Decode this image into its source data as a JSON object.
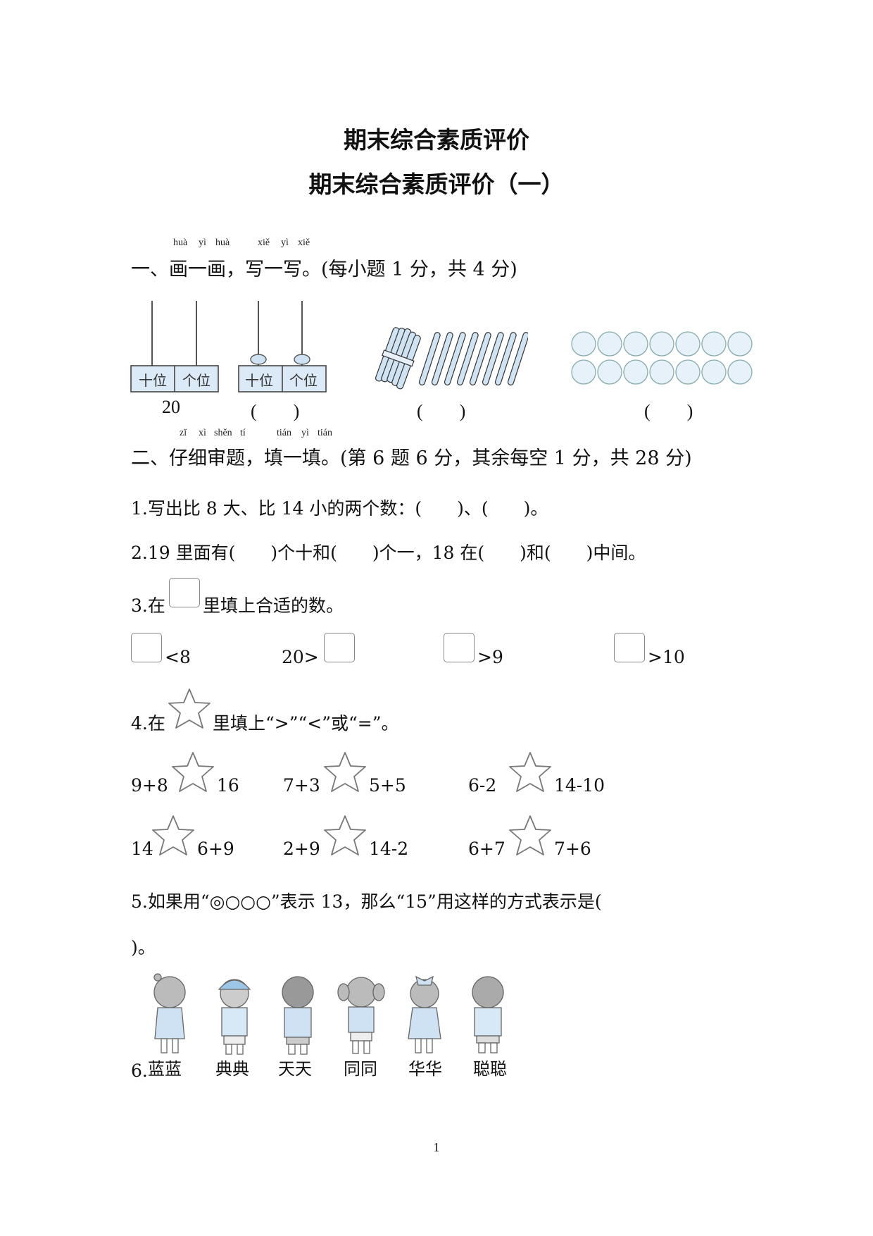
{
  "title_main": "期末综合素质评价",
  "title_sub": "期末综合素质评价（一）",
  "section1": {
    "pinyin": [
      "huà",
      "yì",
      "huà",
      "xiě",
      "yì",
      "xiě"
    ],
    "heading": "一、画一画，写一写。(每小题 1 分，共 4 分)",
    "abacus_tens": "十位",
    "abacus_ones": "个位",
    "abacus1_value": "20",
    "abacus2_answer": "(　　)",
    "sticks_answer": "(　　)",
    "balls_answer": "(　　)"
  },
  "section2": {
    "pinyin": [
      "zǐ",
      "xì",
      "shěn",
      "tí",
      "tián",
      "yì",
      "tián"
    ],
    "heading": "二、仔细审题，填一填。(第 6 题 6 分，其余每空 1 分，共 28 分)"
  },
  "q1": "1.写出比 8 大、比 14 小的两个数：(　　)、(　　)。",
  "q2": "2.19 里面有(　　)个十和(　　)个一，18 在(　　)和(　　)中间。",
  "q3": {
    "prefix": "3.在",
    "suffix": "里填上合适的数。",
    "items": [
      {
        "left": "",
        "right": "<8"
      },
      {
        "left": "20>",
        "right": ""
      },
      {
        "left": "",
        "right": ">9"
      },
      {
        "left": "",
        "right": ">10"
      }
    ]
  },
  "q4": {
    "prefix": "4.在",
    "suffix": "里填上“>”“<”或“=”。",
    "row1": [
      {
        "left": "9+8",
        "right": "16"
      },
      {
        "left": "7+3",
        "right": "5+5"
      },
      {
        "left": "6-2",
        "right": "14-10"
      }
    ],
    "row2": [
      {
        "left": "14",
        "right": "6+9"
      },
      {
        "left": "2+9",
        "right": "14-2"
      },
      {
        "left": "6+7",
        "right": "7+6"
      }
    ]
  },
  "q5": {
    "prefix": "5.如果用“",
    "symbols": "◎○○○",
    "middle": "”表示 13，那么“15”用这样的方式表示是(",
    "line2": ")。"
  },
  "q6": {
    "number": "6.",
    "names": [
      "蓝蓝",
      "典典",
      "天天",
      "同同",
      "华华",
      "聪聪"
    ]
  },
  "page_number": "1",
  "colors": {
    "light_blue": "#cfe2f3",
    "outline": "#555555"
  }
}
